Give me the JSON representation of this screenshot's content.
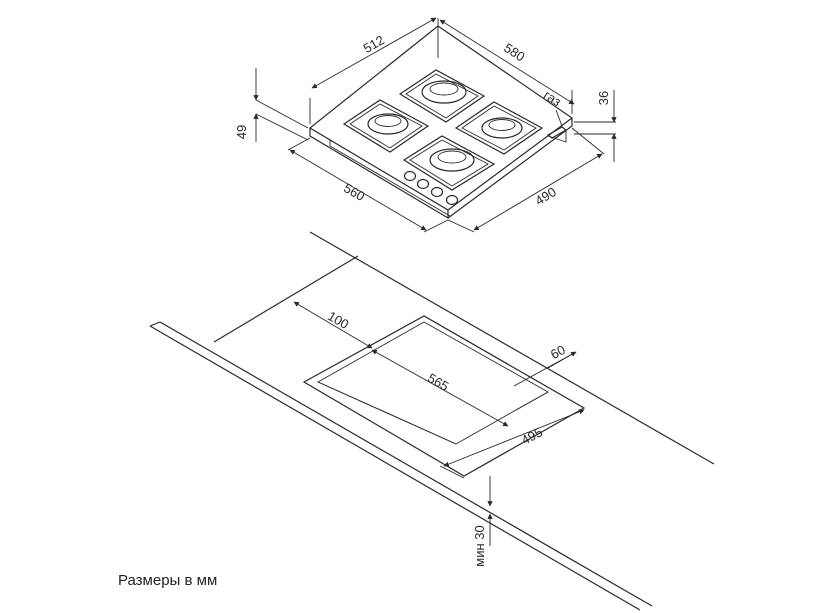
{
  "hob": {
    "depth_label": "512",
    "width_label": "580",
    "height_label": "49",
    "gas_height_label": "36",
    "gas_label": "газ",
    "front_width_label": "560",
    "front_depth_label": "490"
  },
  "cutout": {
    "back_offset_label": "100",
    "width_label": "565",
    "front_offset_label": "60",
    "depth_label": "495",
    "min_thickness_label": "мин 30"
  },
  "caption": "Размеры в мм"
}
